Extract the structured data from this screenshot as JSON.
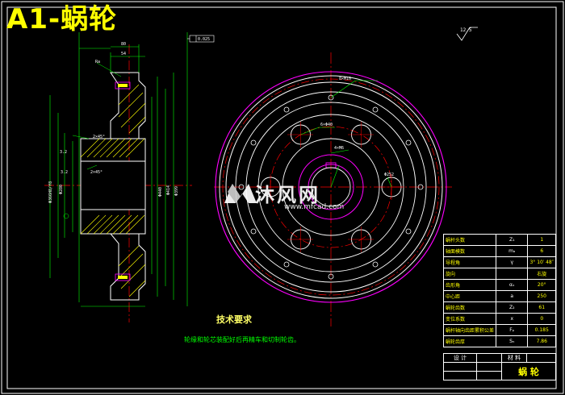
{
  "drawing": {
    "title": "A1-蜗轮",
    "roughness": "12.5",
    "tech_notes_title": "技术要求",
    "tech_notes_text": "轮缘和轮芯装配好后再精车和切制轮齿。",
    "watermark": "沐风网",
    "watermark_url": "www.mfcad.com"
  },
  "param_table": [
    {
      "name": "蜗杆头数",
      "symbol": "Z₁",
      "value": "1"
    },
    {
      "name": "轴面模数",
      "symbol": "mₐ",
      "value": "6"
    },
    {
      "name": "导程角",
      "symbol": "γ",
      "value": "3° 10′ 48″"
    },
    {
      "name": "旋向",
      "symbol": "",
      "value": "右旋"
    },
    {
      "name": "齿形角",
      "symbol": "αₓ",
      "value": "20°"
    },
    {
      "name": "中心距",
      "symbol": "a",
      "value": "250"
    },
    {
      "name": "蜗轮齿数",
      "symbol": "Z₂",
      "value": "61"
    },
    {
      "name": "变位系数",
      "symbol": "x",
      "value": "0"
    },
    {
      "name": "蜗杆轴向齿距累积公差",
      "symbol": "Fₚ",
      "value": "0.185"
    },
    {
      "name": "蜗轮齿厚",
      "symbol": "Sₙ",
      "value": "7.86"
    }
  ],
  "title_block": {
    "designer_label": "设 计",
    "material_label": "材 料",
    "part_name": "蜗 轮"
  },
  "colors": {
    "background": "#000000",
    "outline": "#ffffff",
    "centerline": "#ff0000",
    "dimension": "#00ff00",
    "hatch": "#ffff00",
    "magenta": "#ff00ff",
    "cyan": "#00ffff"
  }
}
